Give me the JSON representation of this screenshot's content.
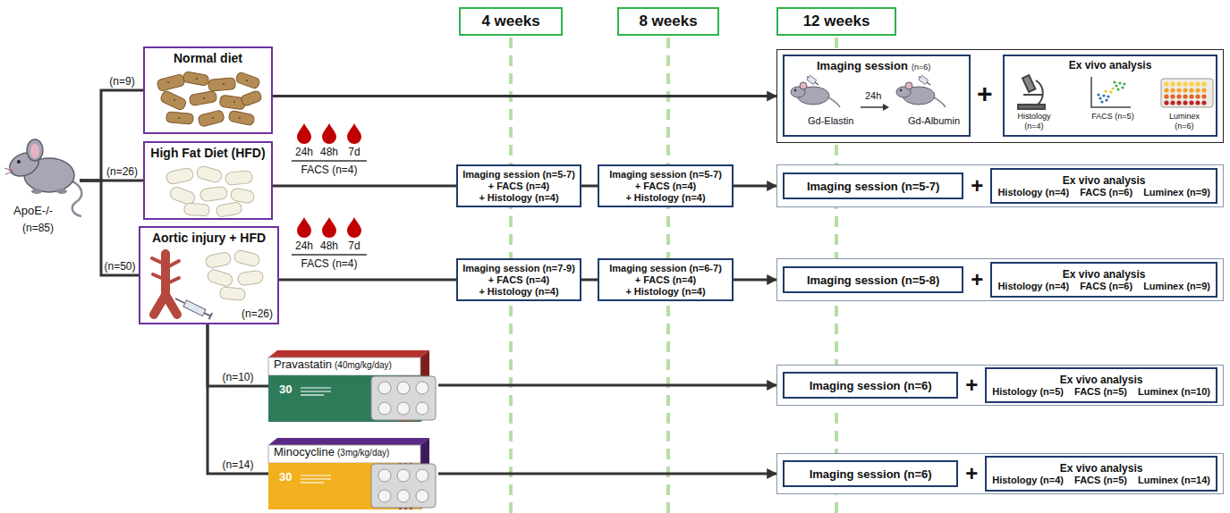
{
  "diagram": {
    "nodes": [
      {
        "text": [
          "ApoE-/-",
          "(n=85)"
        ]
      },
      {
        "text": [
          "Normal diet"
        ]
      },
      {
        "text": [
          "High Fat Diet (HFD)"
        ]
      },
      {
        "text": [
          "Aortic injury + HFD",
          "(n=26)"
        ]
      },
      {
        "text": [
          "Pravastatin",
          "(40mg/kg/day)",
          "30"
        ]
      },
      {
        "text": [
          "Minocycline",
          "(3mg/kg/day)",
          "30"
        ]
      },
      {
        "text": [
          "4 weeks"
        ]
      },
      {
        "text": [
          "8 weeks"
        ]
      },
      {
        "text": [
          "12 weeks"
        ]
      },
      {
        "text": [
          "Imaging session (n=5-7)",
          "+ FACS (n=4)",
          "+ Histology (n=4)"
        ]
      },
      {
        "text": [
          "Imaging session (n=5-7)",
          "+ FACS (n=4)",
          "+ Histology (n=4)"
        ]
      },
      {
        "text": [
          "Imaging session (n=7-9)",
          "+ FACS (n=4)",
          "+ Histology (n=4)"
        ]
      },
      {
        "text": [
          "Imaging session (n=6-7)",
          "+ FACS (n=4)",
          "+ Histology (n=4)"
        ]
      },
      {
        "text": [
          "+"
        ]
      },
      {
        "text": [
          "Imaging session",
          "(n=6)",
          "Gd-Elastin",
          "24h",
          "Gd-Albumin"
        ],
        "in": 13
      },
      {
        "text": [
          "Ex vivo analysis",
          "Histology (n=4)",
          "FACS (n=5)",
          "Luminex (n=6)"
        ],
        "in": 13
      },
      {
        "text": [
          "+"
        ]
      },
      {
        "text": [
          "Imaging session (n=5-7)"
        ],
        "in": 16
      },
      {
        "text": [
          "Ex vivo analysis",
          "Histology (n=4)",
          "FACS (n=6)",
          "Luminex (n=9)"
        ],
        "in": 16
      },
      {
        "text": [
          "+"
        ]
      },
      {
        "text": [
          "Imaging session (n=5-8)"
        ],
        "in": 19
      },
      {
        "text": [
          "Ex vivo analysis",
          "Histology (n=4)",
          "FACS (n=6)",
          "Luminex (n=9)"
        ],
        "in": 19
      },
      {
        "text": [
          "+"
        ]
      },
      {
        "text": [
          "Imaging session (n=6)"
        ],
        "in": 22
      },
      {
        "text": [
          "Ex vivo analysis",
          "Histology (n=5)",
          "FACS (n=5)",
          "Luminex (n=10)"
        ],
        "in": 22
      },
      {
        "text": [
          "+"
        ]
      },
      {
        "text": [
          "Imaging session (n=6)"
        ],
        "in": 25
      },
      {
        "text": [
          "Ex vivo analysis",
          "Histology (n=4)",
          "FACS (n=5)",
          "Luminex (n=14)"
        ],
        "in": 25
      }
    ],
    "edges": [
      {
        "from": 0,
        "to": 1,
        "label": "(n=9)",
        "arrow": "none"
      },
      {
        "from": 0,
        "to": 2,
        "label": "(n=26)",
        "arrow": "none"
      },
      {
        "from": 0,
        "to": 3,
        "label": "(n=50)",
        "arrow": "none"
      },
      {
        "from": 1,
        "to": 13,
        "arrow": "to"
      },
      {
        "from": 2,
        "to": 9,
        "arrow": "none"
      },
      {
        "from": 9,
        "to": 10,
        "arrow": "none"
      },
      {
        "from": 10,
        "to": 16,
        "arrow": "to"
      },
      {
        "from": 3,
        "to": 11,
        "arrow": "none"
      },
      {
        "from": 11,
        "to": 12,
        "arrow": "none"
      },
      {
        "from": 12,
        "to": 19,
        "arrow": "to"
      },
      {
        "from": 3,
        "to": 4,
        "label": "(n=10)",
        "arrow": "none"
      },
      {
        "from": 3,
        "to": 5,
        "label": "(n=14)",
        "arrow": "none"
      },
      {
        "from": 4,
        "to": 22,
        "arrow": "to"
      },
      {
        "from": 5,
        "to": 25,
        "arrow": "to"
      }
    ],
    "labels": [
      "24h",
      "48h",
      "7d",
      "FACS (n=4)",
      "24h",
      "48h",
      "7d",
      "FACS (n=4)"
    ]
  }
}
